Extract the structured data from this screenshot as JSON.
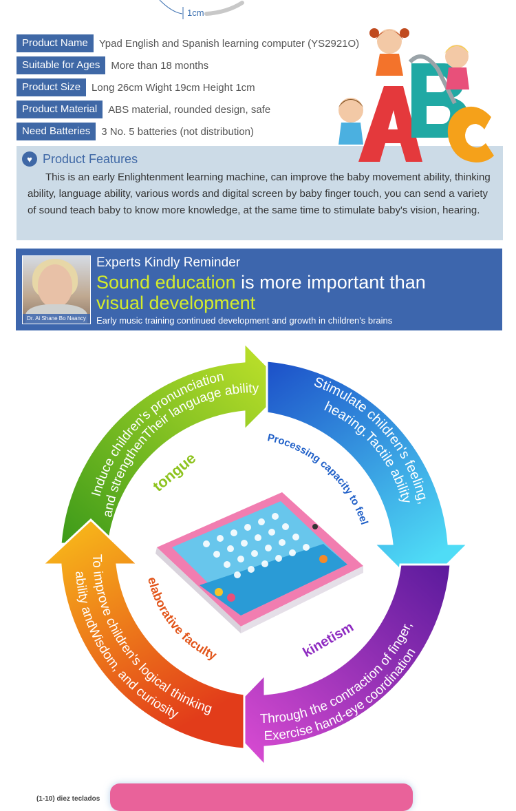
{
  "top": {
    "dimension_label": "1cm"
  },
  "specs": [
    {
      "key": "Product Name",
      "value": "Ypad English  and Spanish  learning computer  (YS2921O)"
    },
    {
      "key": "Suitable for Ages",
      "value": "More than 18 months"
    },
    {
      "key": "Product Size",
      "value": "Long 26cm  Wight 19cm  Height 1cm"
    },
    {
      "key": "Product Material",
      "value": "ABS material, rounded design, safe"
    },
    {
      "key": "Need Batteries",
      "value": "3 No. 5 batteries (not distribution)"
    }
  ],
  "features": {
    "title": "Product Features",
    "body": "This is an early Enlightenment learning machine, can improve the baby movement ability, thinking ability, language ability, various words and digital screen by baby finger touch, you can send a variety of sound teach baby to know more knowledge, at the same time to stimulate baby's vision, hearing."
  },
  "banner": {
    "kicker": "Experts Kindly Reminder",
    "headline_highlight": "Sound education",
    "headline_rest": " is more important than",
    "headline_line2": "visual development",
    "footnote": "Early music training continued development and growth in children's brains",
    "expert_caption": "Dr. Ai Shane Bo Naancy"
  },
  "cycle": {
    "green_text_1": "Induce children's pronunciation",
    "green_text_2": "and strengthenTheir language ability",
    "green_label": "tongue",
    "blue_text_1": "Stimulate children's feeling,",
    "blue_text_2": "hearing.Tactile ability",
    "blue_label": "Processing capacity to feel",
    "purple_text_1": "Through the contraction of finger,",
    "purple_text_2": "Exercise hand-eye coordination",
    "purple_label": "kinetism",
    "orange_text_1": "To improve children's logical thinking",
    "orange_text_2": "ability andWisdom, and curiosity",
    "orange_label": "elaborative faculty"
  },
  "bottom": {
    "note": "(1-10) diez teclados"
  },
  "colors": {
    "spec_key_bg": "#3f68a6",
    "features_bg": "#ccdbe7",
    "banner_bg": "#3d66ad",
    "highlight": "#d4ec2c",
    "arc_green": "#8ec31f",
    "arc_blue": "#2b8fe0",
    "arc_purple": "#8e2bc1",
    "arc_orange": "#f0871a"
  }
}
